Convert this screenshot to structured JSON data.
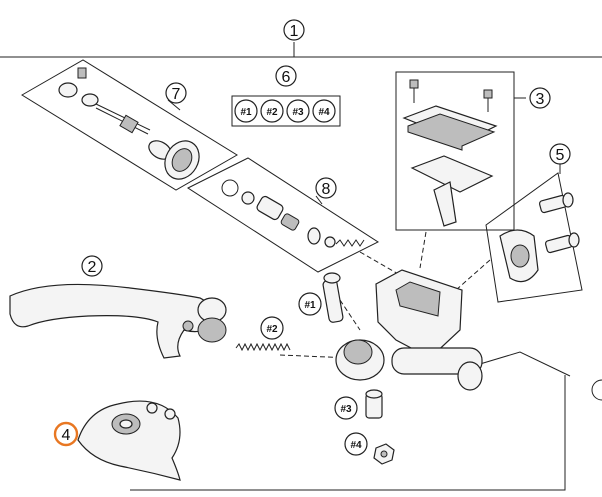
{
  "callouts": {
    "c1": "1",
    "c2": "2",
    "c3": "3",
    "c4": "4",
    "c5": "5",
    "c6": "6",
    "c7": "7",
    "c8": "8"
  },
  "tags": {
    "kit_1": "#1",
    "kit_2": "#2",
    "kit_3": "#3",
    "kit_4": "#4",
    "part_1": "#1",
    "part_2": "#2",
    "part_3": "#3",
    "part_4": "#4"
  },
  "colors": {
    "highlight": "#e87722",
    "ink": "#222222"
  }
}
